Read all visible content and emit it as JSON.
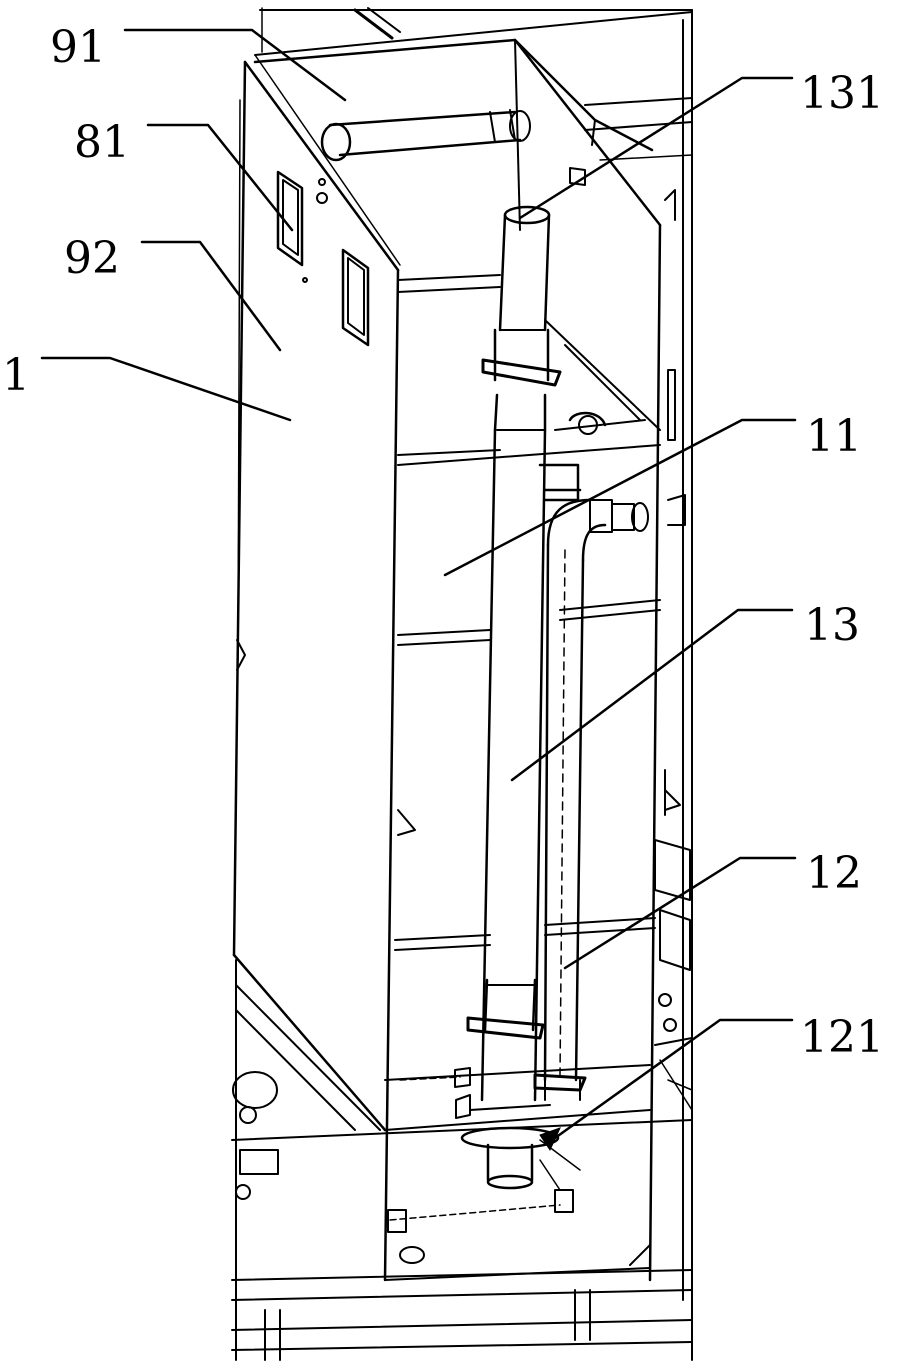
{
  "figure": {
    "labels": {
      "l91": "91",
      "l81": "81",
      "l92": "92",
      "l1": "1",
      "l131": "131",
      "l11": "11",
      "l13": "13",
      "l12": "12",
      "l121": "121"
    },
    "colors": {
      "line": "#000000",
      "background": "#ffffff"
    }
  }
}
